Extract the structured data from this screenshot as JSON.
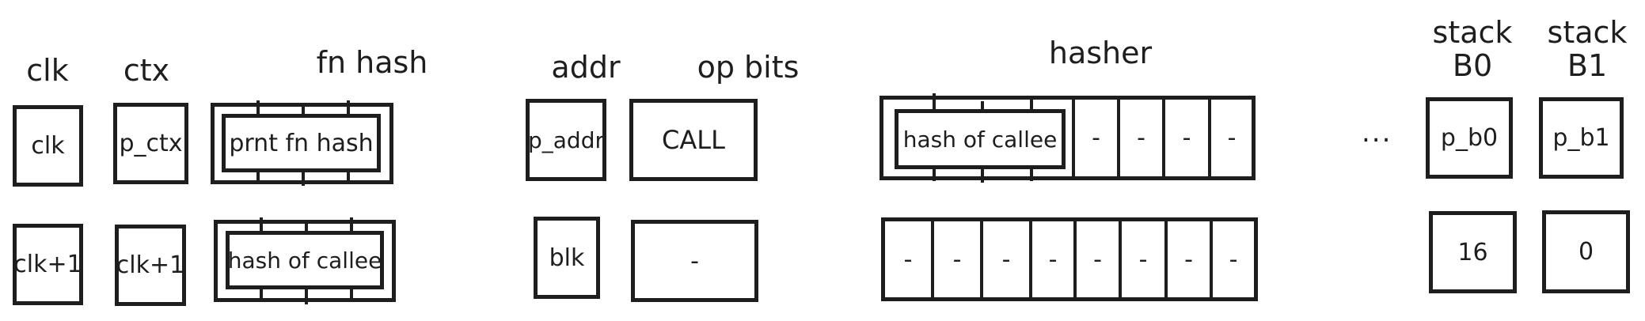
{
  "headers": {
    "clk": "clk",
    "ctx": "ctx",
    "fn_hash": "fn hash",
    "addr": "addr",
    "op_bits": "op bits",
    "hasher": "hasher",
    "stack_b0_line1": "stack",
    "stack_b0_line2": "B0",
    "stack_b1_line1": "stack",
    "stack_b1_line2": "B1"
  },
  "row1": {
    "clk": "clk",
    "ctx": "p_ctx",
    "fn_hash": "prnt fn hash",
    "addr": "p_addr",
    "op_bits": "CALL",
    "hasher_group": "hash of callee",
    "hasher_cells": [
      "-",
      "-",
      "-",
      "-"
    ],
    "ellipsis": "...",
    "stack_b0": "p_b0",
    "stack_b1": "p_b1"
  },
  "row2": {
    "clk": "clk+1",
    "ctx": "clk+1",
    "fn_hash": "hash of callee",
    "addr": "blk",
    "op_bits": "-",
    "hasher_cells": [
      "-",
      "-",
      "-",
      "-",
      "-",
      "-",
      "-",
      "-"
    ],
    "stack_b0": "16",
    "stack_b1": "0"
  }
}
